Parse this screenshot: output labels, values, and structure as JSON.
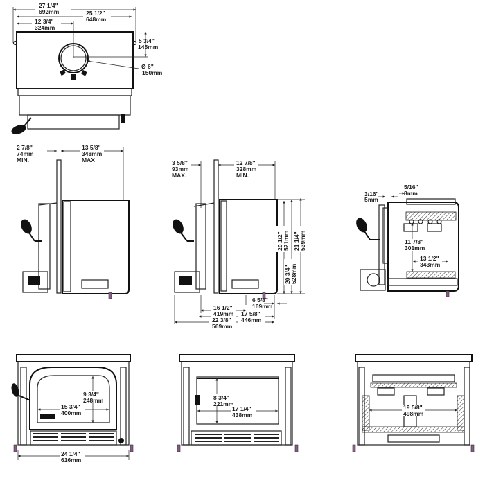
{
  "top_view": {
    "overall_width": {
      "in": "27 1/4\"",
      "mm": "692mm"
    },
    "inner_width": {
      "in": "25 1/2\"",
      "mm": "648mm"
    },
    "flue_offset_x": {
      "in": "12 3/4\"",
      "mm": "324mm"
    },
    "flue_offset_y": {
      "in": "5 3/4\"",
      "mm": "145mm"
    },
    "flue_diameter": {
      "in": "Ø  6\"",
      "mm": "150mm"
    }
  },
  "side_view_clearance_max": {
    "rear": {
      "in": "2 7/8\"",
      "mm": "74mm",
      "note": "MIN."
    },
    "front": {
      "in": "13 5/8\"",
      "mm": "348mm",
      "note": "MAX"
    }
  },
  "side_view_clearance_min": {
    "rear": {
      "in": "3 5/8\"",
      "mm": "93mm",
      "note": "MAX."
    },
    "front": {
      "in": "12 7/8\"",
      "mm": "328mm",
      "note": "MIN."
    },
    "height_body": {
      "in": "20 1/2\"",
      "mm": "521mm"
    },
    "height_overall": {
      "in": "21 1/4\"",
      "mm": "539mm"
    },
    "height_flue": {
      "in": "20 3/4\"",
      "mm": "528mm"
    },
    "leg_offset": {
      "in": "6 5/8\"",
      "mm": "169mm"
    },
    "depth_flue": {
      "in": "16 1/2\"",
      "mm": "419mm"
    },
    "depth_body": {
      "in": "17 5/8\"",
      "mm": "446mm"
    },
    "depth_overall": {
      "in": "22 3/8\"",
      "mm": "569mm"
    }
  },
  "section_view": {
    "gap_rear": {
      "in": "3/16\"",
      "mm": "5mm"
    },
    "gap_top": {
      "in": "5/16\"",
      "mm": "8mm"
    },
    "firebox_height": {
      "in": "11 7/8\"",
      "mm": "301mm"
    },
    "firebox_depth": {
      "in": "13 1/2\"",
      "mm": "343mm"
    }
  },
  "front_view": {
    "glass_height": {
      "in": "9 3/4\"",
      "mm": "248mm"
    },
    "glass_width": {
      "in": "15 3/4\"",
      "mm": "400mm"
    },
    "overall_width": {
      "in": "24 1/4\"",
      "mm": "616mm"
    }
  },
  "front_view_no_door": {
    "opening_height": {
      "in": "8 3/4\"",
      "mm": "221mm"
    },
    "opening_width": {
      "in": "17 1/4\"",
      "mm": "438mm"
    }
  },
  "front_section_view": {
    "firebox_width": {
      "in": "19 5/8\"",
      "mm": "498mm"
    }
  }
}
